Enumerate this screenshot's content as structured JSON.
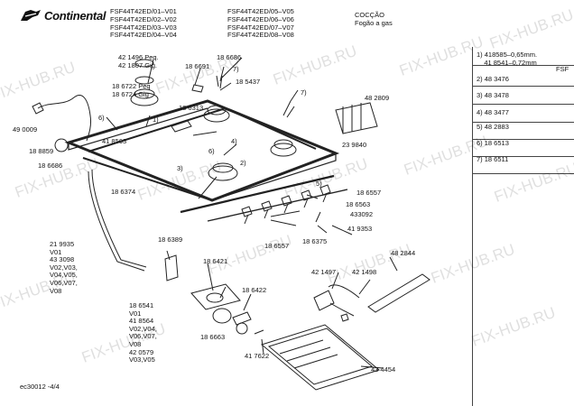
{
  "header": {
    "brand": "Continental",
    "models_col1": [
      "FSF44T42ED/01–V01",
      "FSF44T42ED/02–V02",
      "FSF44T42ED/03–V03",
      "FSF44T42ED/04–V04"
    ],
    "models_col2": [
      "FSF44T42ED/05–V05",
      "FSF44T42ED/06–V06",
      "FSF44T42ED/07–V07",
      "FSF44T42ED/08–V08"
    ],
    "category": [
      "COCÇÃO",
      "Fogão a gas"
    ]
  },
  "footer": {
    "page_code": "ec30012 -4/4"
  },
  "side_notes": {
    "tag": "FSF",
    "notes": [
      "1) 418585–0,65mm.\n    41 8541–0,72mm",
      "2) 48 3476",
      "3) 48 3478",
      "4) 48 3477",
      "5) 48 2883",
      "6) 18 6513",
      "7) 18 6511"
    ]
  },
  "watermark": "FIX-HUB.RU",
  "parts": [
    "42 1496 Peq.\n42 1807 Gig.",
    "18 6722 Peq\n18 6724 Gig",
    "18 6686",
    "18 6691",
    "7)",
    "18 5437",
    "7)",
    "48 2809",
    "6)",
    "1)",
    "18 6313",
    "4)",
    "49 0009",
    "41 8563",
    "18 8859",
    "18 6686",
    "6)",
    "2)",
    "3)",
    "23 9840",
    "5)",
    "18 6374",
    "18 6557",
    "18 6563",
    "433092",
    "41 9353",
    "18 6375",
    "18 6557",
    "21 9935\nV01\n43 3098\nV02,V03,\nV04,V05,\nV06,V07,\nV08",
    "18 6389",
    "18 6421",
    "18 6422",
    "42 1497",
    "42 1498",
    "48 2844",
    "18 6541\nV01\n41 8564\nV02,V04,\nV06,V07,\nV08\n42 0579\nV03,V05",
    "18 6663",
    "41 7622",
    "43 4454"
  ]
}
